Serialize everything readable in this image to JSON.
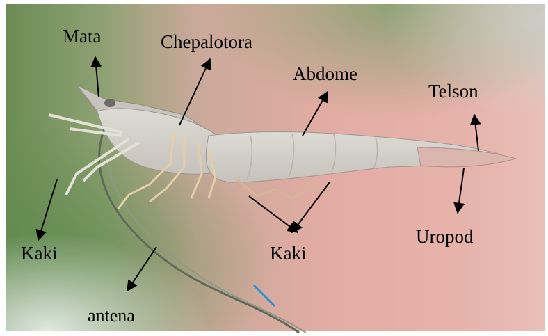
{
  "labels": {
    "mata": "Mata",
    "chepalotora": "Chepalotora",
    "abdome": "Abdome",
    "telson": "Telson",
    "uropod": "Uropod",
    "kaki_left": "Kaki",
    "kaki_center": "Kaki",
    "antena": "antena"
  },
  "icons": {
    "subject": "shrimp-illustration",
    "pointer": "arrow-icon"
  },
  "colors": {
    "label_text": "#000000",
    "arrow": "#000000",
    "background_green": "#6e8f58",
    "background_pink": "#e2aaa2",
    "shrimp_body": "#d7d6cf"
  }
}
